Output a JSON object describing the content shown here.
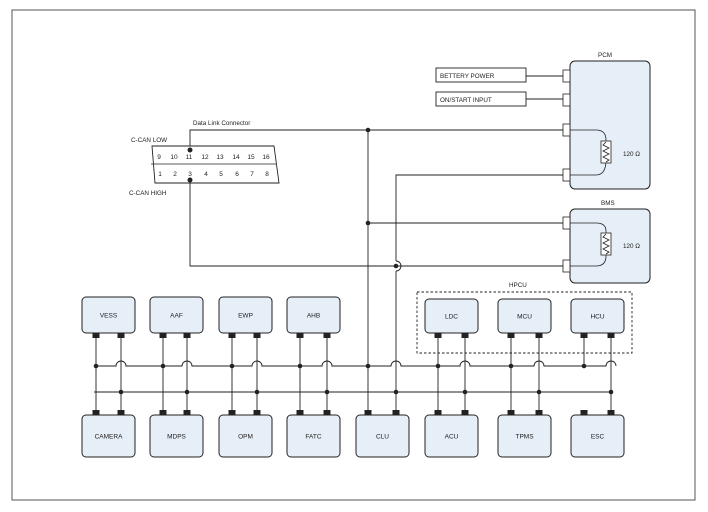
{
  "dlc": {
    "title": "Data Link Connector",
    "can_low": "C-CAN LOW",
    "can_high": "C-CAN HIGH",
    "pins_top": [
      "9",
      "10",
      "11",
      "12",
      "13",
      "14",
      "15",
      "16"
    ],
    "pins_bottom": [
      "1",
      "2",
      "3",
      "4",
      "5",
      "6",
      "7",
      "8"
    ]
  },
  "pcm": {
    "label": "PCM",
    "resistor": "120 Ω",
    "inputs": [
      "BETTERY POWER",
      "ON/START INPUT"
    ]
  },
  "bms": {
    "label": "BMS",
    "resistor": "120 Ω"
  },
  "hpcu": {
    "label": "HPCU",
    "modules": [
      "LDC",
      "MCU",
      "HCU"
    ]
  },
  "top_modules": [
    "VESS",
    "AAF",
    "EWP",
    "AHB"
  ],
  "bottom_modules": [
    "CAMERA",
    "MDPS",
    "OPM",
    "FATC",
    "CLU",
    "ACU",
    "TPMS",
    "ESC"
  ]
}
